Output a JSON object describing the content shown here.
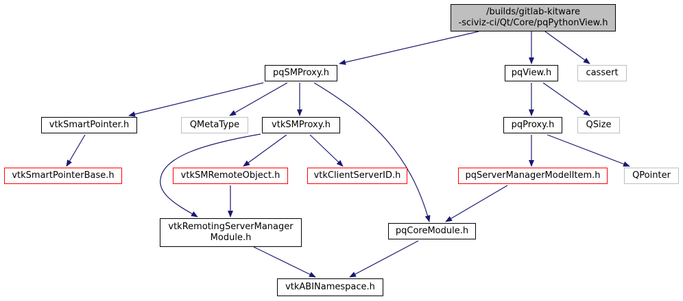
{
  "colors": {
    "edge": "#191970",
    "root_fill": "#bfbfbf",
    "border_normal": "#000000",
    "border_red": "#ff0000",
    "border_grey": "#bfbfbf"
  },
  "nodes": {
    "root": {
      "line1": "/builds/gitlab-kitware",
      "line2": "-sciviz-ci/Qt/Core/pqPythonView.h"
    },
    "pqSMProxy": {
      "label": "pqSMProxy.h"
    },
    "pqView": {
      "label": "pqView.h"
    },
    "cassert": {
      "label": "cassert"
    },
    "vtkSmartPointer": {
      "label": "vtkSmartPointer.h"
    },
    "QMetaType": {
      "label": "QMetaType"
    },
    "vtkSMProxy": {
      "label": "vtkSMProxy.h"
    },
    "pqProxy": {
      "label": "pqProxy.h"
    },
    "QSize": {
      "label": "QSize"
    },
    "vtkSmartPointerBase": {
      "label": "vtkSmartPointerBase.h"
    },
    "vtkSMRemoteObject": {
      "label": "vtkSMRemoteObject.h"
    },
    "vtkClientServerID": {
      "label": "vtkClientServerID.h"
    },
    "pqServerManagerModelItem": {
      "label": "pqServerManagerModelItem.h"
    },
    "QPointer": {
      "label": "QPointer"
    },
    "vtkRemotingServerManagerModule": {
      "line1": "vtkRemotingServerManager",
      "line2": "Module.h"
    },
    "pqCoreModule": {
      "label": "pqCoreModule.h"
    },
    "vtkABINamespace": {
      "label": "vtkABINamespace.h"
    }
  }
}
